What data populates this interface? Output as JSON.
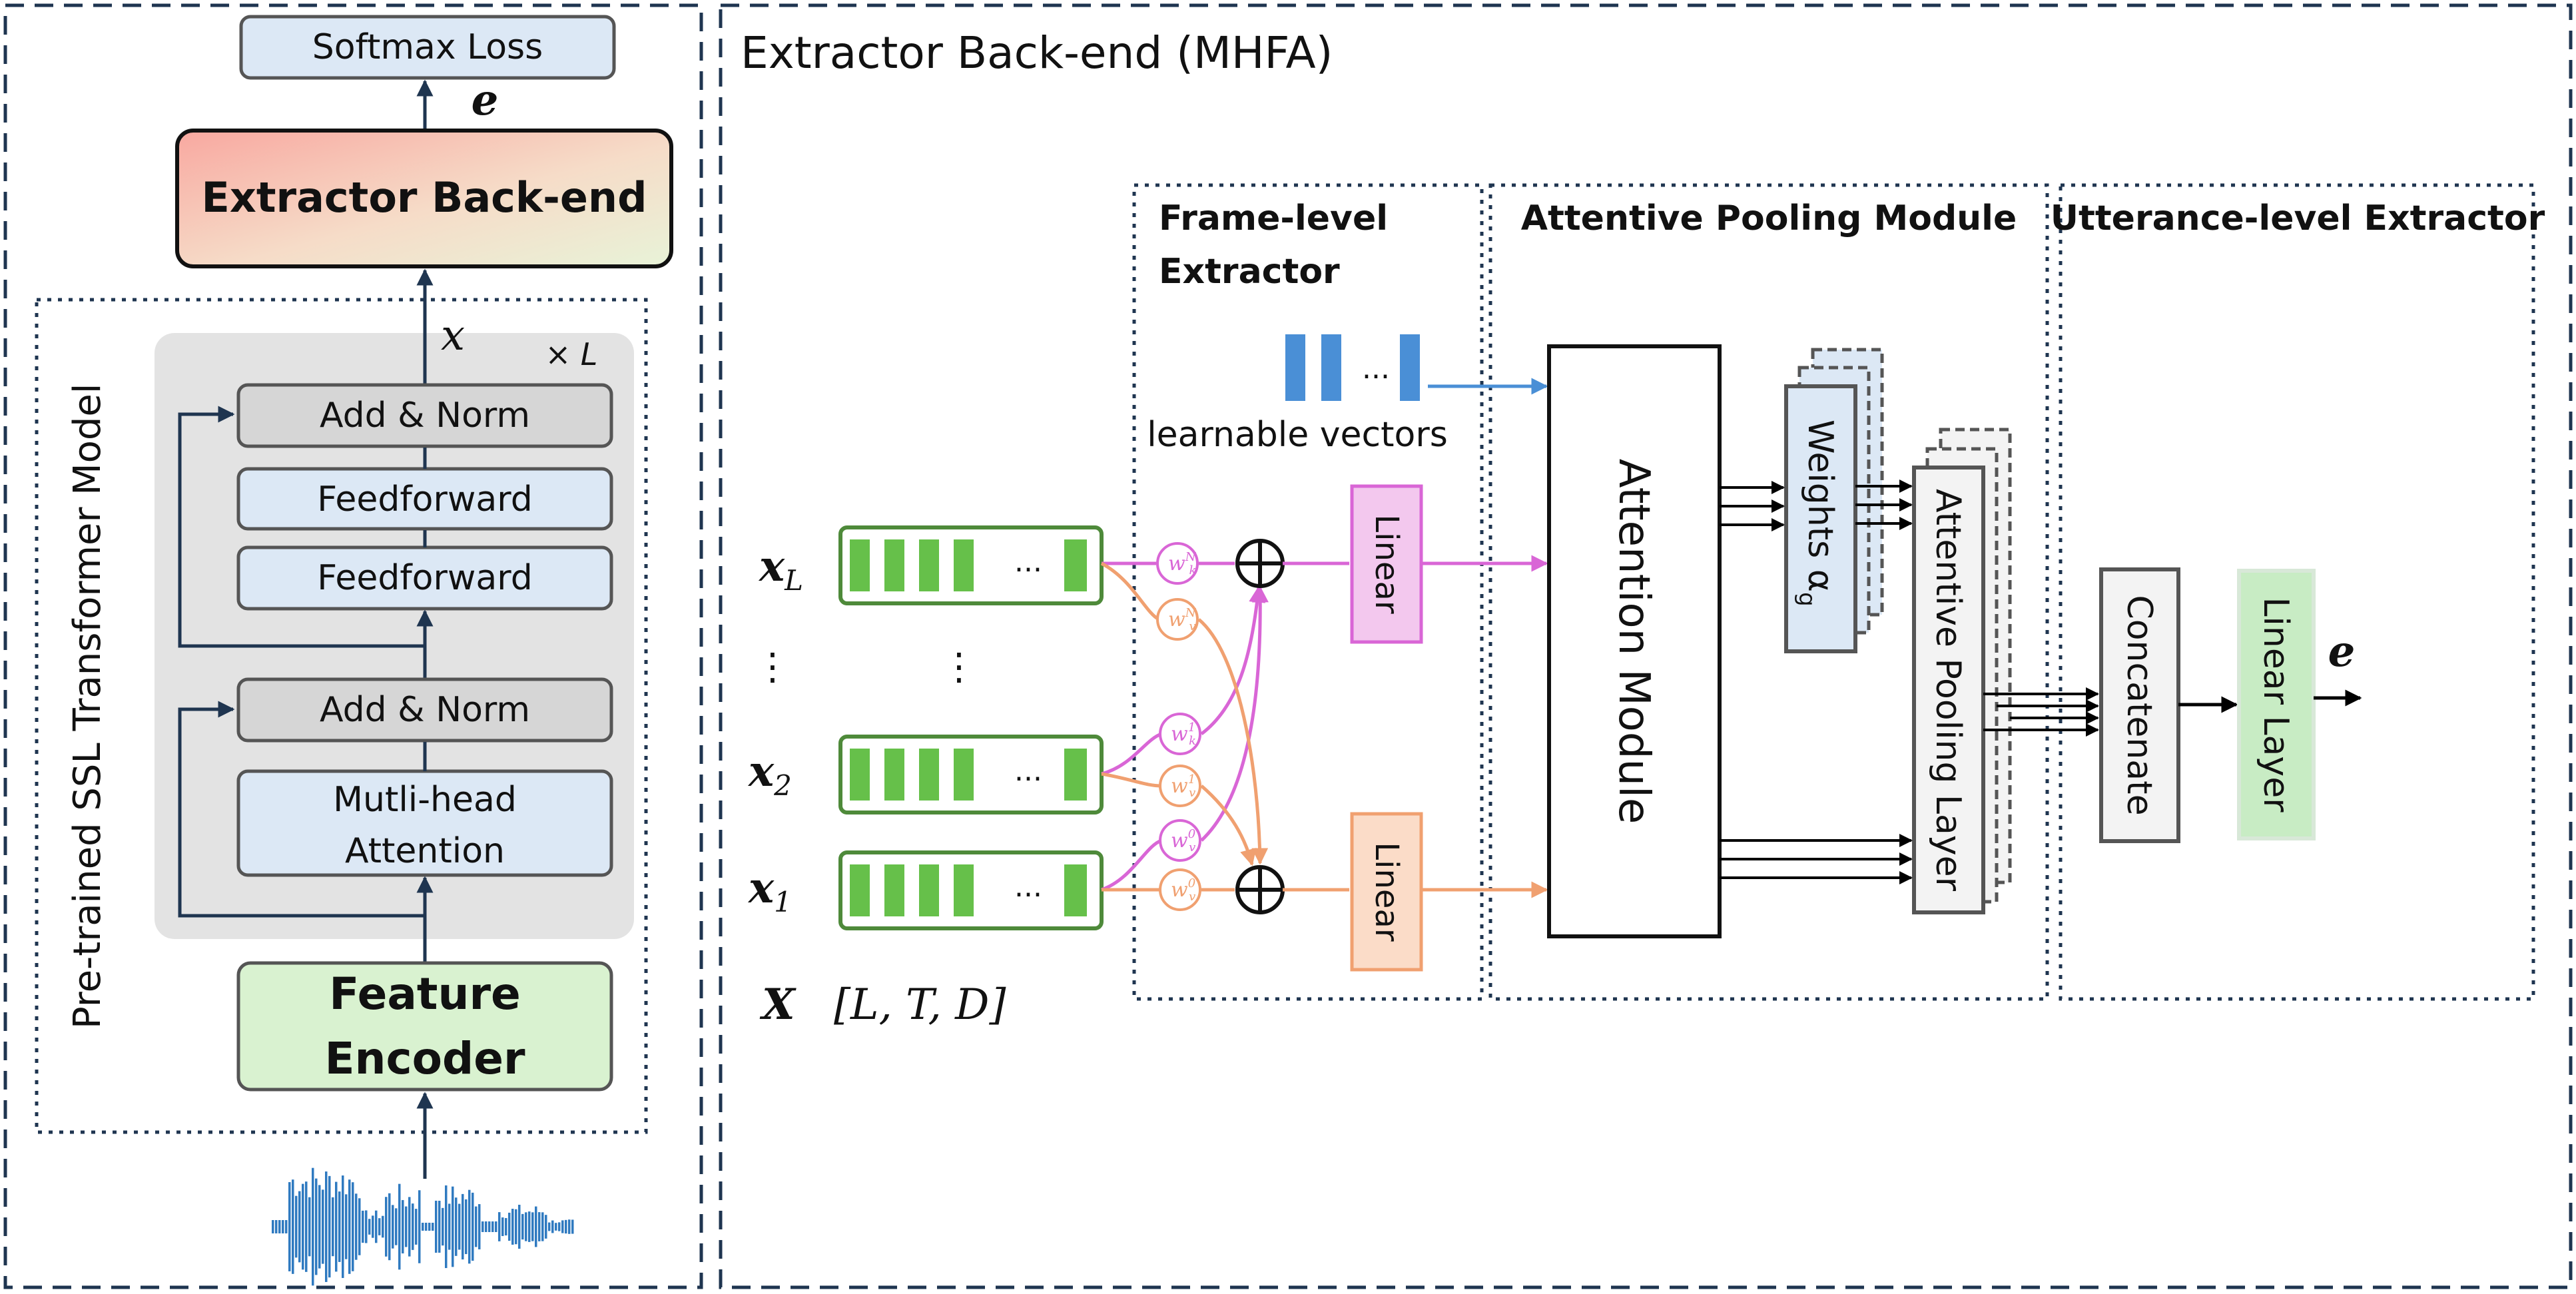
{
  "left": {
    "softmax_label": "Softmax Loss",
    "e_symbol": "e",
    "extractor_label": "Extractor Back-end",
    "x_symbol": "x",
    "times_l": "× L",
    "ssl_caption": "Pre-trained SSL Transformer Model",
    "add_norm_top": "Add & Norm",
    "feedforward_1": "Feedforward",
    "feedforward_2": "Feedforward",
    "add_norm_bottom": "Add & Norm",
    "mha_line1": "Mutli-head",
    "mha_line2": "Attention",
    "feature_line1": "Feature",
    "feature_line2": "Encoder"
  },
  "right": {
    "title": "Extractor Back-end (MHFA)",
    "frame_title_1": "Frame-level",
    "frame_title_2": "Extractor",
    "attn_pool_title": "Attentive Pooling Module",
    "utt_title": "Utterance-level Extractor",
    "learnable_label": "learnable vectors",
    "dots": "...",
    "ellipsis_v": "⋮",
    "linear_top": "Linear",
    "linear_bottom": "Linear",
    "attention_module": "Attention Module",
    "weights_label": "Weights α",
    "weights_sub": "g",
    "attentive_pooling_layer": "Attentive Pooling Layer",
    "concatenate": "Concatenate",
    "linear_layer": "Linear Layer",
    "e_symbol": "e",
    "xl_base": "x",
    "xl_sub": "L",
    "x2_base": "x",
    "x2_sub": "2",
    "x1_base": "x",
    "x1_sub": "1",
    "X_label": "X",
    "shape_label": "[L, T, D]",
    "w": [
      {
        "base": "w",
        "sub": "k",
        "sup": "N"
      },
      {
        "base": "w",
        "sub": "v",
        "sup": "N"
      },
      {
        "base": "w",
        "sub": "k",
        "sup": "1"
      },
      {
        "base": "w",
        "sub": "v",
        "sup": "1"
      },
      {
        "base": "w",
        "sub": "v",
        "sup": "0"
      },
      {
        "base": "w",
        "sub": "v",
        "sup": "0"
      }
    ],
    "oplus": "⊕"
  },
  "colors": {
    "dark": "#1f3550",
    "light_blue_fill": "#dce8f5",
    "gray_fill": "#d9d9d9",
    "green_fill": "#d9f2d0",
    "green_stroke": "#4e8a3a",
    "magenta": "#d966d6",
    "orange": "#f0a070",
    "blue_arrow": "#4a8fd6"
  }
}
